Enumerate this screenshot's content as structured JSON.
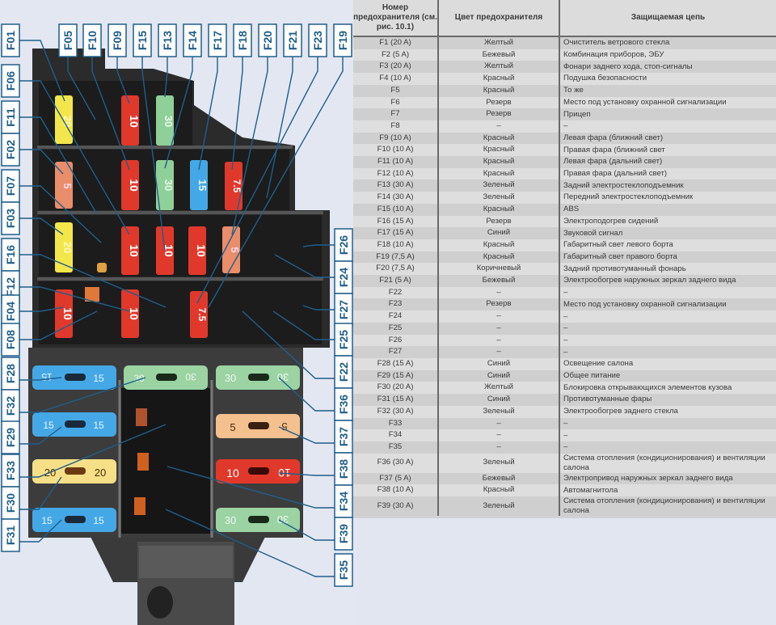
{
  "diagram": {
    "labels_top": [
      "F05",
      "F10",
      "F09",
      "F15",
      "F13",
      "F14",
      "F17",
      "F18",
      "F20",
      "F21",
      "F23",
      "F19"
    ],
    "labels_left": [
      "F01",
      "F06",
      "F11",
      "F02",
      "F07",
      "F03",
      "F16",
      "F12",
      "F04",
      "F08"
    ],
    "labels_left_lower": [
      "F28",
      "F32",
      "F29",
      "F33",
      "F30",
      "F31"
    ],
    "labels_right": [
      "F26",
      "F24",
      "F27",
      "F25",
      "F22",
      "F36",
      "F37",
      "F38",
      "F34",
      "F39",
      "F35"
    ],
    "fuse_text": {
      "f01": "20",
      "f09": "10",
      "f13": "30",
      "f02": "5",
      "f10": "10",
      "f14": "30",
      "f17": "15",
      "f18": "7.5",
      "f03": "20",
      "f11": "10",
      "f15": "10",
      "f12b": "10",
      "f21": "5",
      "f04": "10",
      "f12": "10",
      "f19": "7.5",
      "f28a": "15",
      "f28b": "15",
      "f32a": "30",
      "f32b": "30",
      "f36a": "30",
      "f36b": "30",
      "f29a": "15",
      "f29b": "15",
      "f37a": "5",
      "f37b": "5",
      "f30a": "20",
      "f30b": "20",
      "f38a": "10",
      "f38b": "10",
      "f31a": "15",
      "f31b": "15",
      "f39a": "30",
      "f39b": "30"
    },
    "colors": {
      "label_border": "#1f5f8b",
      "label_text": "#1f5f8b",
      "leader": "#1f5f8b",
      "red": "#e0392c",
      "yellow": "#f2e64a",
      "green": "#8fcf98",
      "blue": "#45a8e6",
      "beige": "#f2b98a",
      "salmon": "#e98d6a",
      "housing": "#2a2a2a"
    }
  },
  "table": {
    "headers": [
      "Номер предохранителя (см. рис. 10.1)",
      "Цвет предохранителя",
      "Защищаемая цепь"
    ],
    "rows": [
      [
        "F1 (20 A)",
        "Желтый",
        "Очиститель ветрового стекла"
      ],
      [
        "F2 (5 A)",
        "Бежевый",
        "Комбинация приборов, ЭБУ"
      ],
      [
        "F3 (20 A)",
        "Желтый",
        "Фонари заднего хода, стоп-сигналы"
      ],
      [
        "F4 (10 A)",
        "Красный",
        "Подушка безопасности"
      ],
      [
        "F5",
        "Красный",
        "То же"
      ],
      [
        "F6",
        "Резерв",
        "Место под установку охранной сигнализации"
      ],
      [
        "F7",
        "Резерв",
        "Прицеп"
      ],
      [
        "F8",
        "–",
        "–"
      ],
      [
        "F9 (10 A)",
        "Красный",
        "Левая фара (ближний свет)"
      ],
      [
        "F10 (10 A)",
        "Красный",
        "Правая фара (ближний свет"
      ],
      [
        "F11 (10 A)",
        "Красный",
        "Левая фара (дальний свет)"
      ],
      [
        "F12 (10 A)",
        "Красный",
        "Правая фара (дальний свет)"
      ],
      [
        "F13 (30 A)",
        "Зеленый",
        "Задний электростеклоподъемник"
      ],
      [
        "F14 (30 A)",
        "Зеленый",
        "Передний электростеклоподъемник"
      ],
      [
        "F15 (10 A)",
        "Красный",
        "ABS"
      ],
      [
        "F16 (15 A)",
        "Резерв",
        "Электроподогрев сидений"
      ],
      [
        "F17 (15 A)",
        "Синий",
        "Звуковой сигнал"
      ],
      [
        "F18 (10 A)",
        "Красный",
        "Габаритный свет левого борта"
      ],
      [
        "F19 (7,5 A)",
        "Красный",
        "Габаритный свет правого борта"
      ],
      [
        "F20 (7,5 A)",
        "Коричневый",
        "Задний противотуманный фонарь"
      ],
      [
        "F21 (5 A)",
        "Бежевый",
        "Электрообогрев наружных зеркал заднего вида"
      ],
      [
        "F22",
        "–",
        "–"
      ],
      [
        "F23",
        "Резерв",
        "Место под установку охранной сигнализации"
      ],
      [
        "F24",
        "–",
        "–"
      ],
      [
        "F25",
        "–",
        "–"
      ],
      [
        "F26",
        "–",
        "–"
      ],
      [
        "F27",
        "–",
        "–"
      ],
      [
        "F28 (15 A)",
        "Синий",
        "Освещение салона"
      ],
      [
        "F29 (15 A)",
        "Синий",
        "Общее питание"
      ],
      [
        "F30 (20 A)",
        "Желтый",
        "Блокировка открывающихся элементов кузова"
      ],
      [
        "F31 (15 A)",
        "Синий",
        "Противотуманные фары"
      ],
      [
        "F32 (30 A)",
        "Зеленый",
        "Электрообогрев заднего стекла"
      ],
      [
        "F33",
        "–",
        "–"
      ],
      [
        "F34",
        "–",
        "–"
      ],
      [
        "F35",
        "–",
        "–"
      ],
      [
        "F36 (30 A)",
        "Зеленый",
        "Система отопления (кондиционирования) и вентиляции салона"
      ],
      [
        "F37 (5 A)",
        "Бежевый",
        "Электропривод наружных зеркал заднего вида"
      ],
      [
        "F38 (10 A)",
        "Красный",
        "Автомагнитола"
      ],
      [
        "F39 (30 A)",
        "Зеленый",
        "Система отопления (кондиционирования) и вентиляции салона"
      ]
    ]
  }
}
